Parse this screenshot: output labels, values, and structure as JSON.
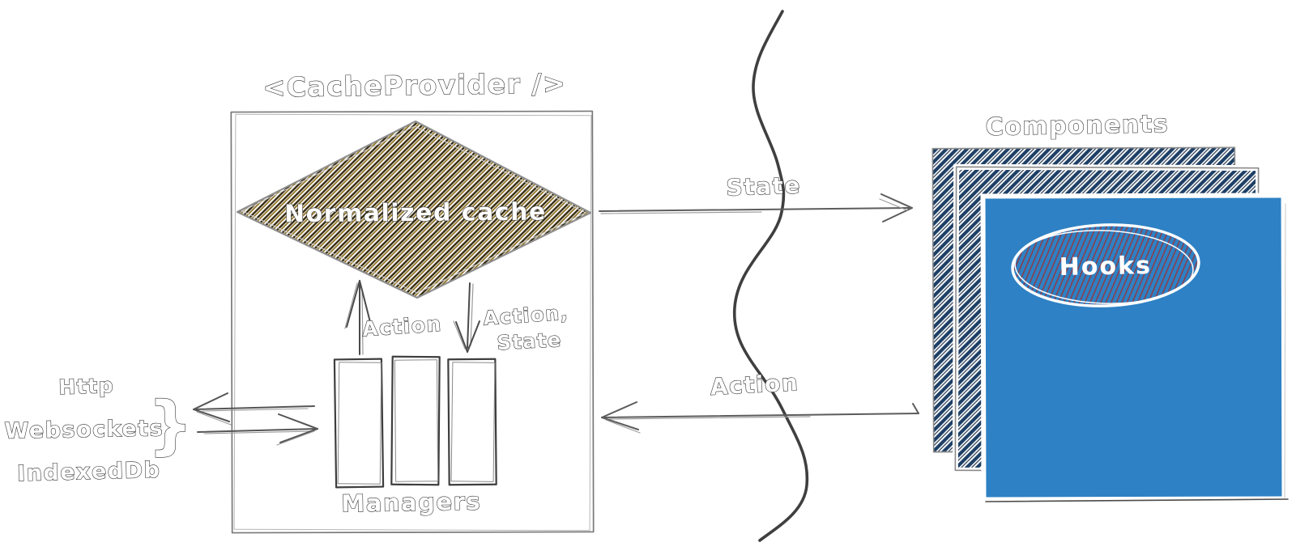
{
  "provider": {
    "title": "<CacheProvider />",
    "cache_label": "Normalized cache",
    "managers_label": "Managers",
    "action_up_label": "Action",
    "action_state_line1": "Action,",
    "action_state_line2": "State"
  },
  "sources": {
    "line1": "Http",
    "line2": "Websockets",
    "brace": "}",
    "line3": "IndexedDb"
  },
  "flows": {
    "state_label": "State",
    "action_label": "Action"
  },
  "components": {
    "title": "Components",
    "hooks_label": "Hooks"
  },
  "colors": {
    "blue": "#2e81c4",
    "navy": "#1d3f66",
    "navy_dark": "#10253f",
    "brown_dark": "#33290f",
    "gold": "#8a6a1a",
    "red_hatch": "#8e3a46",
    "ink": "#3f3f3f",
    "outline_gray": "#8a8a8a"
  }
}
